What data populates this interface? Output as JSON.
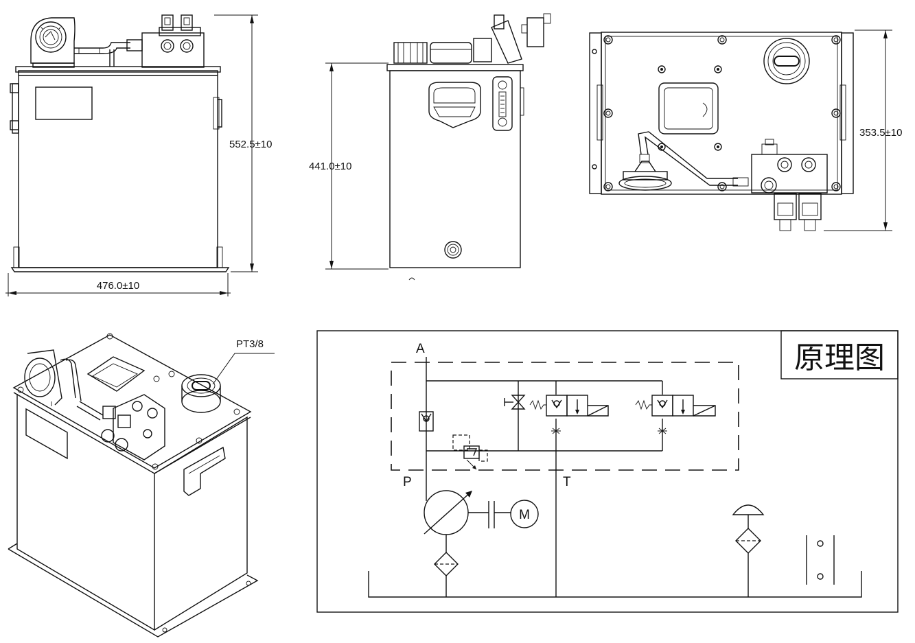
{
  "front_view": {
    "width_dim": "476.0±10",
    "height_dim": "552.5±10"
  },
  "side_view": {
    "height_dim": "441.0±10"
  },
  "top_view": {
    "depth_dim": "353.5±10"
  },
  "iso_view": {
    "port_callout": "PT3/8"
  },
  "schematic": {
    "title": "原理图",
    "port_a": "A",
    "port_p": "P",
    "port_t": "T",
    "motor": "M"
  }
}
